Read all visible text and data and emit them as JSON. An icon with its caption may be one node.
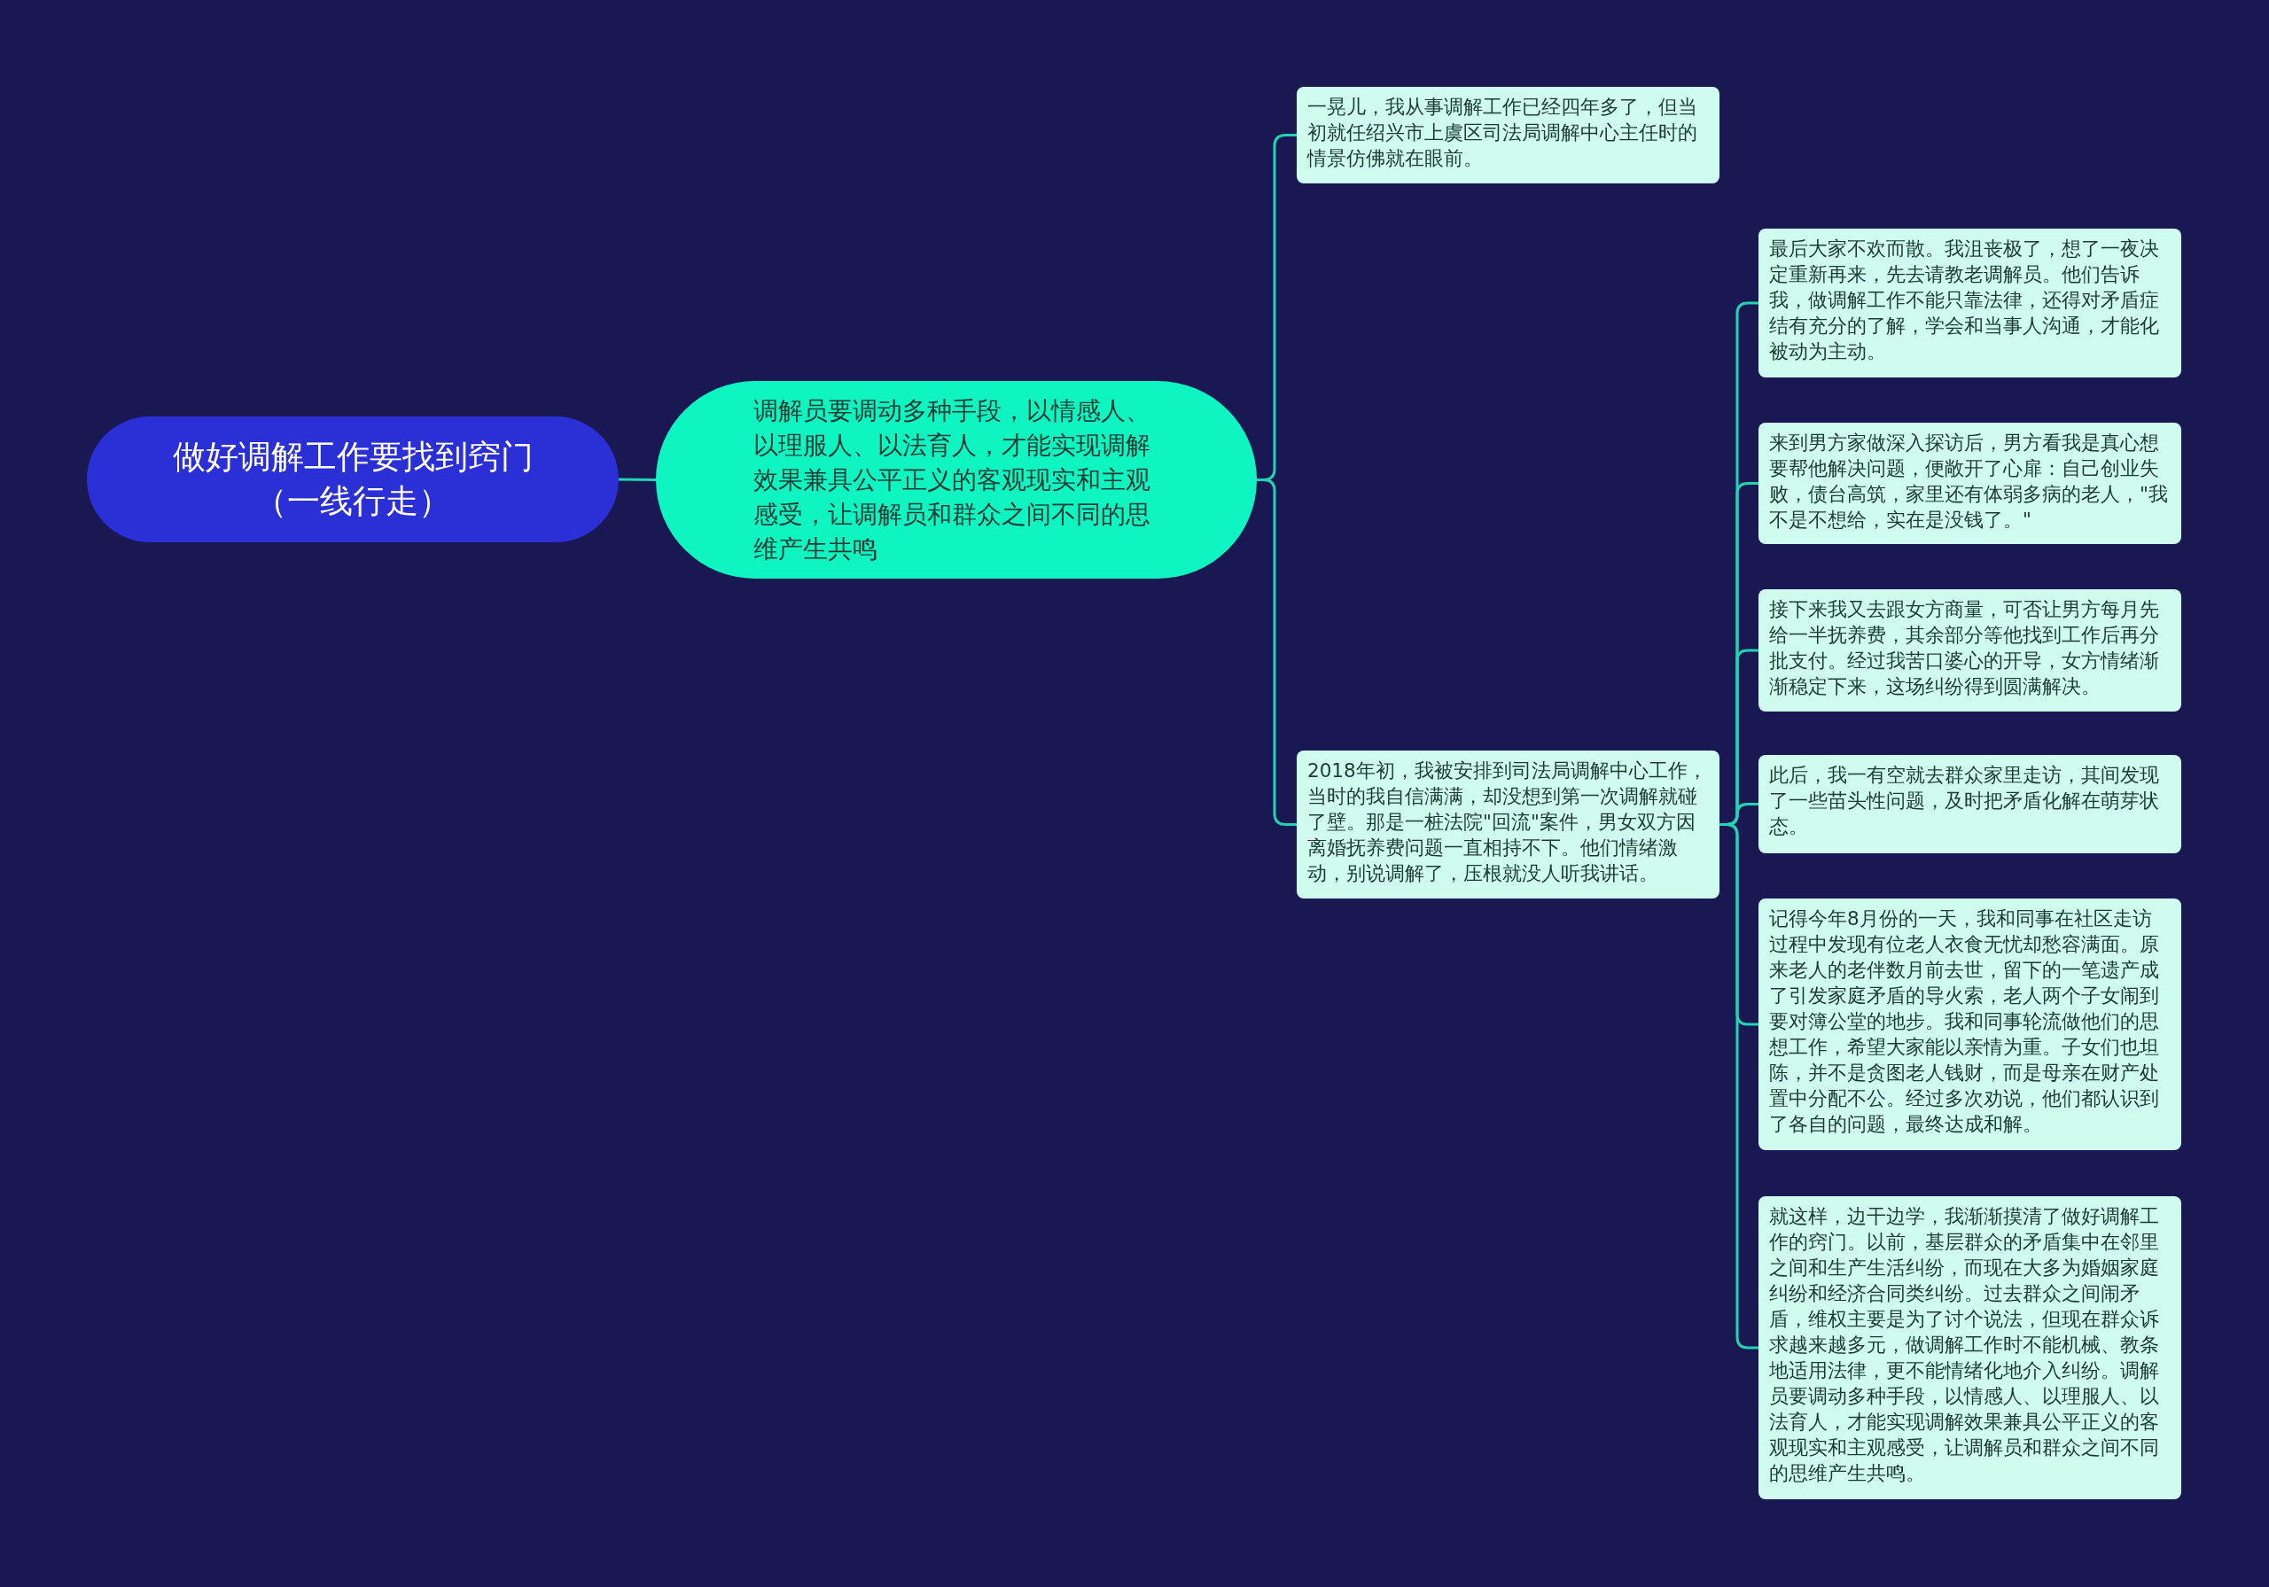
{
  "diagram": {
    "nodes": [
      {
        "text": [
          "做好调解工作要找到窍门（一线行走）"
        ]
      },
      {
        "text": [
          "调解员要调动多种手段，以情感人、以理服人、以法育人，才能实现调解效果兼具公平正义的客观现实和主观感受，让调解员和群众之间不同的思维产生共鸣"
        ]
      },
      {
        "text": [
          "一晃儿，我从事调解工作已经四年多了，但当初就任绍兴市上虞区司法局调解中心主任时的情景仿佛就在眼前。"
        ]
      },
      {
        "text": [
          "2018年初，我被安排到司法局调解中心工作，当时的我自信满满，却没想到第一次调解就碰了壁。那是一桩法院\"回流\"案件，男女双方因离婚抚养费问题一直相持不下。他们情绪激动，别说调解了，压根就没人听我讲话。"
        ]
      },
      {
        "text": [
          "最后大家不欢而散。我沮丧极了，想了一夜决定重新再来，先去请教老调解员。他们告诉我，做调解工作不能只靠法律，还得对矛盾症结有充分的了解，学会和当事人沟通，才能化被动为主动。"
        ]
      },
      {
        "text": [
          "来到男方家做深入探访后，男方看我是真心想要帮他解决问题，便敞开了心扉：自己创业失败，债台高筑，家里还有体弱多病的老人，\"我不是不想给，实在是没钱了。\""
        ]
      },
      {
        "text": [
          "接下来我又去跟女方商量，可否让男方每月先给一半抚养费，其余部分等他找到工作后再分批支付。经过我苦口婆心的开导，女方情绪渐渐稳定下来，这场纠纷得到圆满解决。"
        ]
      },
      {
        "text": [
          "此后，我一有空就去群众家里走访，其间发现了一些苗头性问题，及时把矛盾化解在萌芽状态。"
        ]
      },
      {
        "text": [
          "记得今年8月份的一天，我和同事在社区走访过程中发现有位老人衣食无忧却愁容满面。原来老人的老伴数月前去世，留下的一笔遗产成了引发家庭矛盾的导火索，老人两个子女闹到要对簿公堂的地步。我和同事轮流做他们的思想工作，希望大家能以亲情为重。子女们也坦陈，并不是贪图老人钱财，而是母亲在财产处置中分配不公。经过多次劝说，他们都认识到了各自的问题，最终达成和解。"
        ]
      },
      {
        "text": [
          "就这样，边干边学，我渐渐摸清了做好调解工作的窍门。以前，基层群众的矛盾集中在邻里之间和生产生活纠纷，而现在大多为婚姻家庭纠纷和经济合同类纠纷。过去群众之间闹矛盾，维权主要是为了讨个说法，但现在群众诉求越来越多元，做调解工作时不能机械、教条地适用法律，更不能情绪化地介入纠纷。调解员要调动多种手段，以情感人、以理服人、以法育人，才能实现调解效果兼具公平正义的客观现实和主观感受，让调解员和群众之间不同的思维产生共鸣。"
        ]
      }
    ],
    "edges": [
      {
        "from": 0,
        "to": 1,
        "arrow": "none"
      },
      {
        "from": 1,
        "to": 2,
        "arrow": "none"
      },
      {
        "from": 1,
        "to": 3,
        "arrow": "none"
      },
      {
        "from": 3,
        "to": 4,
        "arrow": "none"
      },
      {
        "from": 3,
        "to": 5,
        "arrow": "none"
      },
      {
        "from": 3,
        "to": 6,
        "arrow": "none"
      },
      {
        "from": 3,
        "to": 7,
        "arrow": "none"
      },
      {
        "from": 3,
        "to": 8,
        "arrow": "none"
      },
      {
        "from": 3,
        "to": 9,
        "arrow": "none"
      }
    ]
  }
}
